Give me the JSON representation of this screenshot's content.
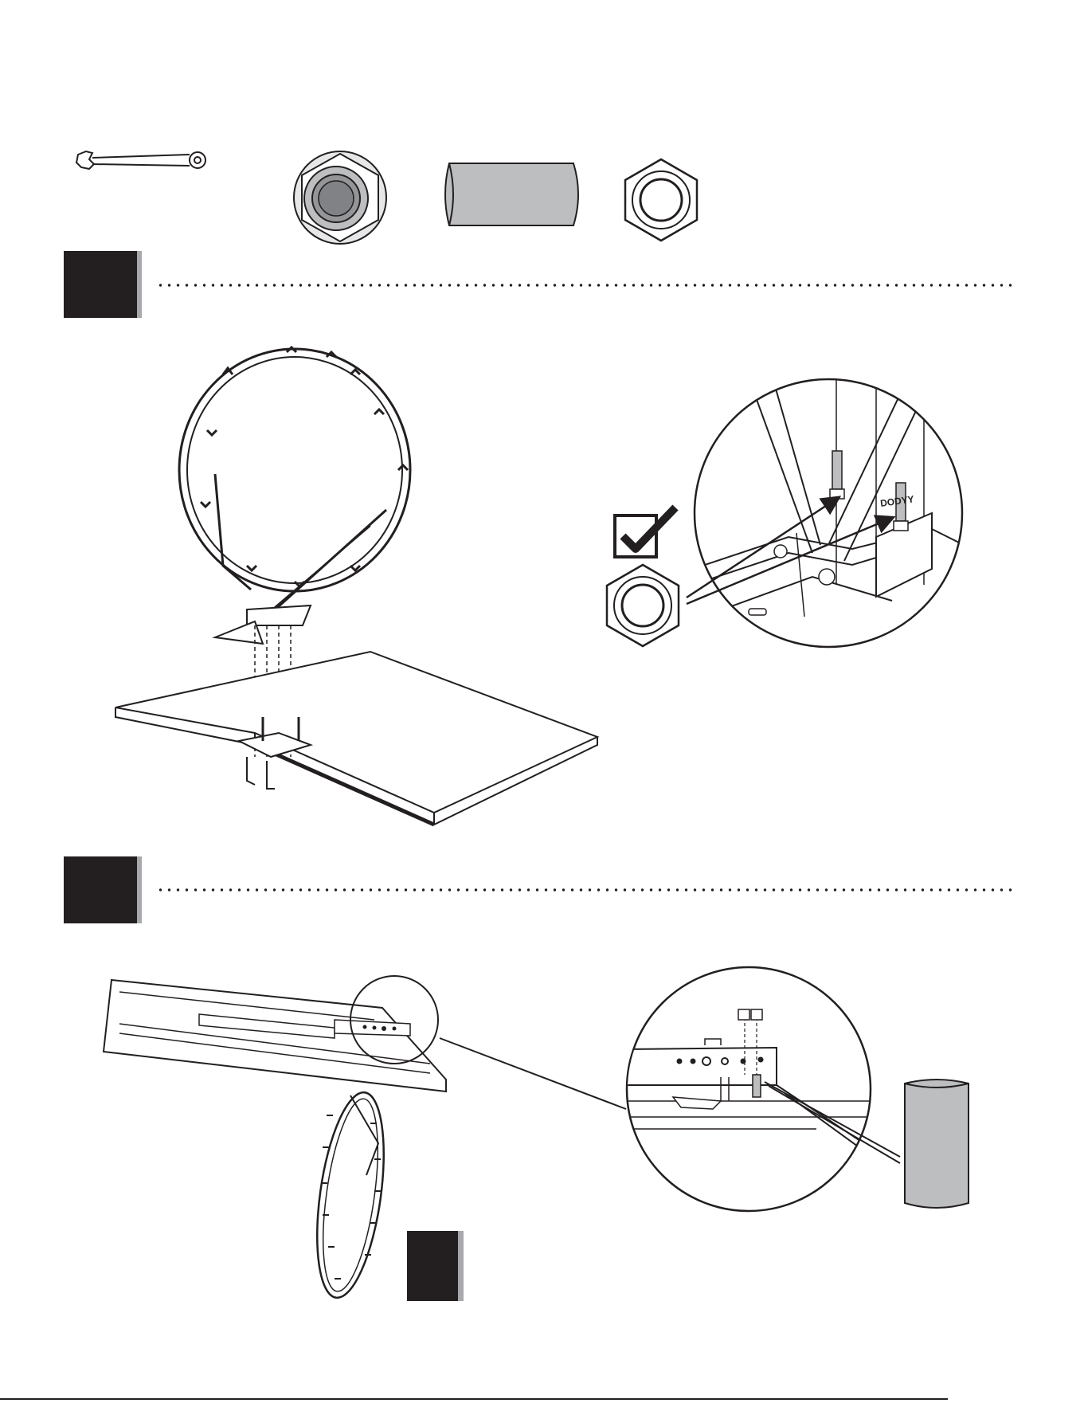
{
  "hardware": {
    "tool": "wrench-icon",
    "parts": [
      "flange-nut-icon",
      "spacer-tube-icon",
      "hex-nut-icon"
    ]
  },
  "steps": [
    {
      "number_badge": "step-badge"
    },
    {
      "number_badge": "step-badge"
    },
    {
      "number_badge": "step-badge"
    }
  ],
  "detail": {
    "check": "checkmark-icon",
    "stamp_text": "DODYY"
  },
  "colors": {
    "ink": "#231f20",
    "part_gray": "#bcbec0",
    "shadow_gray": "#a7a9ac"
  }
}
